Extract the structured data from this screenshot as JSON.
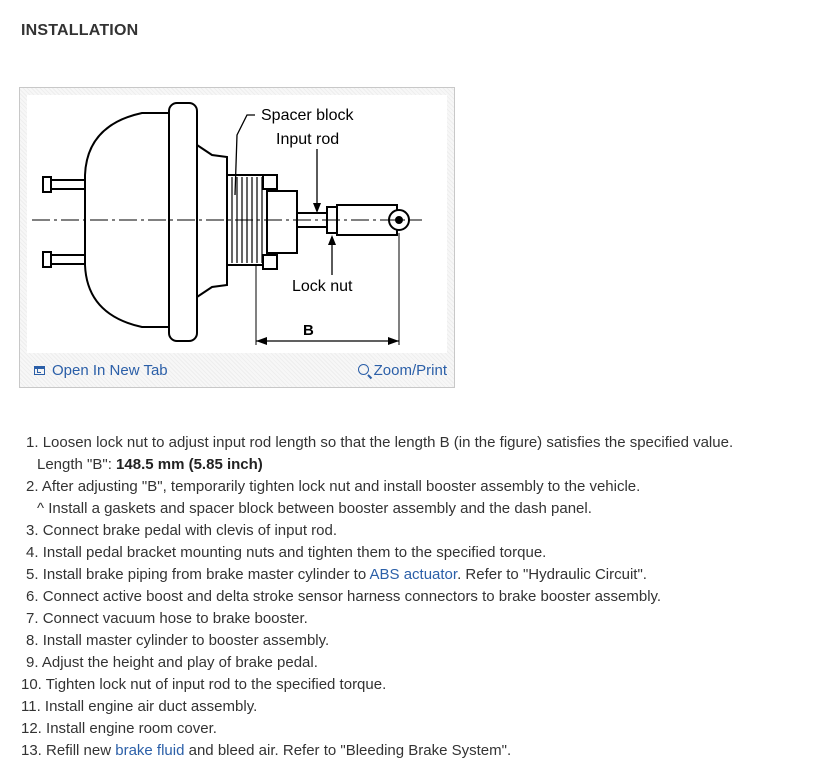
{
  "heading": "INSTALLATION",
  "figure": {
    "labels": {
      "spacer_block": "Spacer block",
      "input_rod": "Input rod",
      "lock_nut": "Lock nut",
      "b": "B"
    },
    "open_tab": "Open In New Tab",
    "zoom_print": "Zoom/Print",
    "open_tab_icon": "open-in-new-tab-icon",
    "zoom_icon": "magnifier-icon"
  },
  "steps": [
    {
      "num": "1.",
      "text": "Loosen lock nut to adjust input rod length so that the length B (in the figure) satisfies the specified value."
    },
    {
      "num": "2.",
      "text": "After adjusting \"B\", temporarily tighten lock nut and install booster assembly to the vehicle."
    },
    {
      "num": "3.",
      "text": "Connect brake pedal with clevis of input rod."
    },
    {
      "num": "4.",
      "text": "Install pedal bracket mounting nuts and tighten them to the specified torque."
    },
    {
      "num": "5.",
      "pre": "Install brake piping from brake master cylinder to ",
      "link": "ABS actuator",
      "post": ". Refer to \"Hydraulic Circuit\"."
    },
    {
      "num": "6.",
      "text": "Connect active boost and delta stroke sensor harness connectors to brake booster assembly."
    },
    {
      "num": "7.",
      "text": "Connect vacuum hose to brake booster."
    },
    {
      "num": "8.",
      "text": "Install master cylinder to booster assembly."
    },
    {
      "num": "9.",
      "text": "Adjust the height and play of brake pedal."
    },
    {
      "num": "10.",
      "text": "Tighten lock nut of input rod to the specified torque."
    },
    {
      "num": "11.",
      "text": "Install engine air duct assembly."
    },
    {
      "num": "12.",
      "text": "Install engine room cover."
    },
    {
      "num": "13.",
      "pre": "Refill new ",
      "link": "brake fluid",
      "post": " and bleed air. Refer to \"Bleeding Brake System\"."
    }
  ],
  "step1_spec": {
    "label": "Length \"B\": ",
    "value": "148.5 mm (5.85 inch)"
  },
  "step2_note": {
    "marker": "^",
    "text": " Install a gaskets and spacer block between booster assembly and the dash panel."
  },
  "colors": {
    "link": "#2b5fa8",
    "text": "#333333"
  }
}
